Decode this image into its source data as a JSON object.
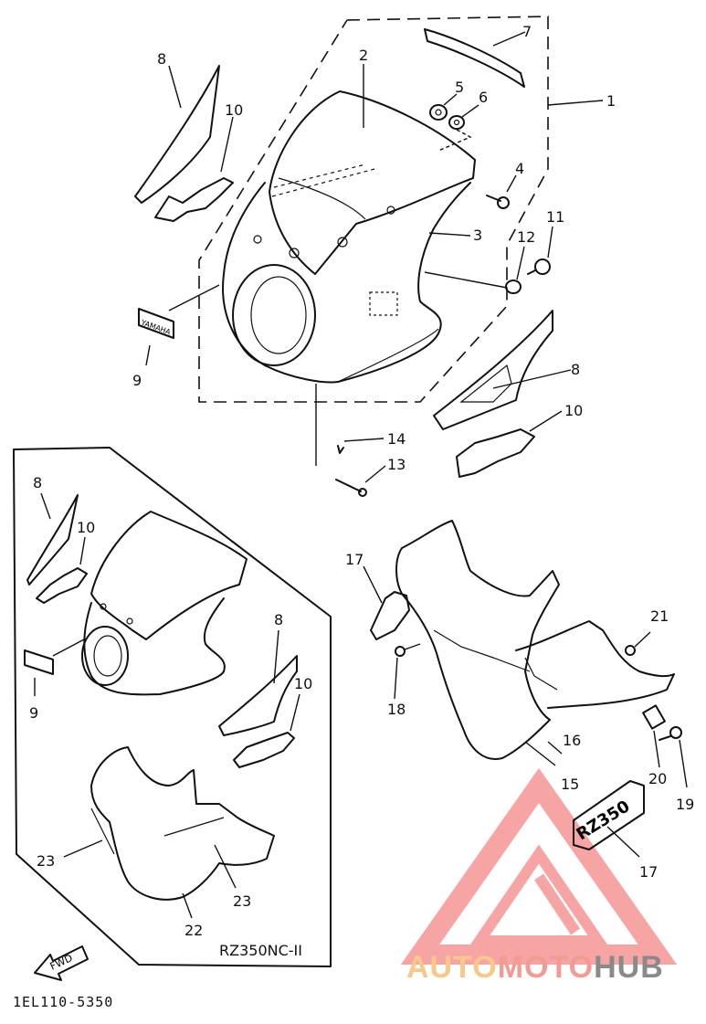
{
  "callouts": {
    "c1": "1",
    "c2": "2",
    "c3": "3",
    "c4": "4",
    "c5": "5",
    "c6": "6",
    "c7": "7",
    "c8a": "8",
    "c10a": "10",
    "c9a": "9",
    "c11": "11",
    "c12": "12",
    "c8b": "8",
    "c10b": "10",
    "c14": "14",
    "c13": "13",
    "c8c": "8",
    "c10c": "10",
    "c9b": "9",
    "c8d": "8",
    "c10d": "10",
    "c23a": "23",
    "c23b": "23",
    "c22": "22",
    "c17a": "17",
    "c18": "18",
    "c21": "21",
    "c16": "16",
    "c15": "15",
    "c20": "20",
    "c19": "19",
    "c17b": "17"
  },
  "labels": {
    "model_variant": "RZ350NC-II",
    "fwd_arrow": "FWD",
    "emblem_text": "YAMAHA",
    "decal_text": "RZ350",
    "diagram_code": "1EL110-5350"
  },
  "watermark": {
    "part1": "AUTO",
    "part2": "MOTO",
    "part3": "HUB",
    "color_auto": "#f6c88a",
    "color_moto": "#f29a94",
    "color_hub": "#8a8a8a",
    "logo_color": "#f05a5a"
  }
}
